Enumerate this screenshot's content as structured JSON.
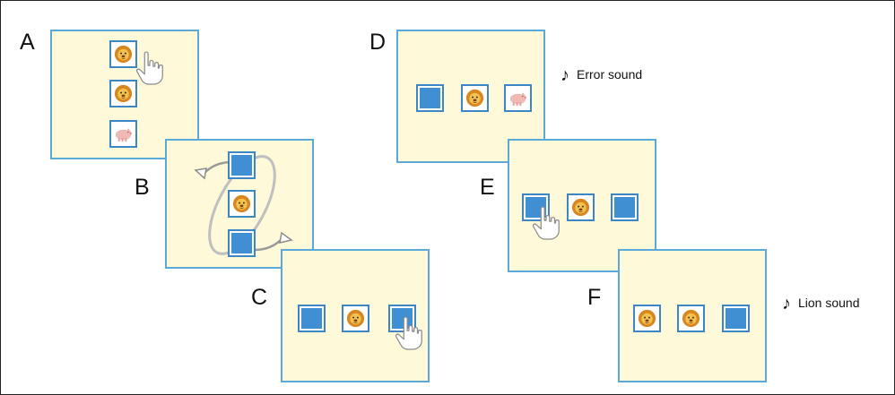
{
  "labels": {
    "a": "A",
    "b": "B",
    "c": "C",
    "d": "D",
    "e": "E",
    "f": "F"
  },
  "sounds": {
    "error": "Error sound",
    "lion": "Lion sound"
  },
  "icons": {
    "lion": "lion-icon",
    "pig": "pig-icon",
    "hand": "pointing-hand-icon",
    "note": "music-note-icon",
    "swap": "rotation-arrows-icon"
  },
  "colors": {
    "panel_fill": "#fdf9d9",
    "panel_border": "#5aa9d6",
    "card_border": "#3d86c6",
    "card_back": "#3f8fd2"
  },
  "panels": {
    "a": [
      "lion",
      "lion",
      "pig"
    ],
    "b": [
      "back",
      "lion",
      "back"
    ],
    "c": [
      "back",
      "lion",
      "back"
    ],
    "d": [
      "back",
      "lion",
      "pig"
    ],
    "e": [
      "back",
      "lion",
      "back"
    ],
    "f": [
      "lion",
      "lion",
      "back"
    ]
  }
}
